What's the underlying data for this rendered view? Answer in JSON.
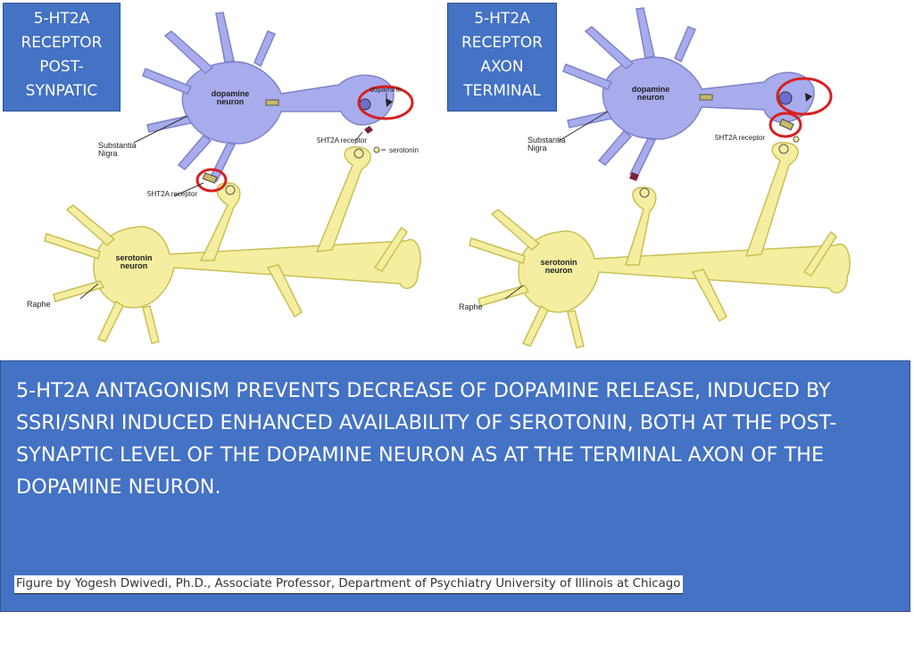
{
  "panels": [
    {
      "tag_lines": [
        "5-HT2A",
        "RECEPTOR",
        "POST-",
        "SYNPATIC"
      ],
      "labels": {
        "dopamine_neuron_1": "dopamine",
        "dopamine_neuron_2": "neuron",
        "dopamine": "dopamine",
        "substantia_1": "Substantia",
        "substantia_2": "Nigra",
        "receptor_top": "5HT2A receptor",
        "serotonin": "serotonin",
        "receptor_bottom": "5HT2A receptor",
        "serotonin_neuron_1": "serotonin",
        "serotonin_neuron_2": "neuron",
        "raphe": "Raphe"
      }
    },
    {
      "tag_lines": [
        "5-HT2A",
        "RECEPTOR",
        "AXON",
        "TERMINAL"
      ],
      "labels": {
        "dopamine_neuron_1": "dopamine",
        "dopamine_neuron_2": "neuron",
        "substantia_1": "Substantia",
        "substantia_2": "Nigra",
        "receptor_top": "5HT2A receptor",
        "serotonin_neuron_1": "serotonin",
        "serotonin_neuron_2": "neuron",
        "raphe": "Raphe"
      }
    }
  ],
  "caption": {
    "text": "5-HT2A ANTAGONISM PREVENTS DECREASE OF DOPAMINE RELEASE, INDUCED BY SSRI/SNRI INDUCED ENHANCED AVAILABILITY OF SEROTONIN, BOTH AT THE POST-SYNAPTIC LEVEL OF THE DOPAMINE NEURON AS AT THE TERMINAL AXON OF THE DOPAMINE NEURON.",
    "credit": "Figure by Yogesh Dwivedi, Ph.D., Associate Professor, Department of Psychiatry University of Illinois at Chicago"
  },
  "colors": {
    "box_blue": "#4472c4",
    "dopamine_neuron": "#a9acec",
    "serotonin_neuron": "#f5eea0",
    "highlight_red": "#d62020"
  }
}
